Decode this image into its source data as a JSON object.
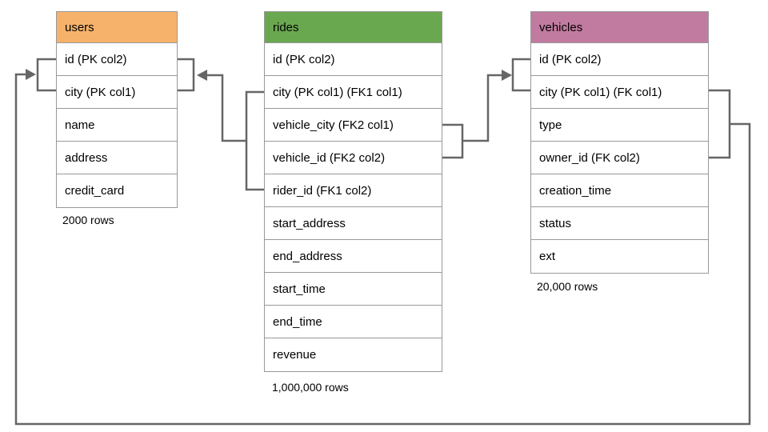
{
  "diagram": {
    "title": "database schema relationships",
    "connector_color": "#666666",
    "table_border_color": "#999999"
  },
  "tables": [
    {
      "name": "users",
      "header_color": "#F6B26B",
      "columns": [
        "id (PK col2)",
        "city (PK col1)",
        "name",
        "address",
        "credit_card"
      ],
      "row_count_label": "2000 rows"
    },
    {
      "name": "rides",
      "header_color": "#6AA84F",
      "columns": [
        "id (PK col2)",
        "city (PK col1) (FK1 col1)",
        "vehicle_city (FK2 col1)",
        "vehicle_id (FK2 col2)",
        "rider_id (FK1 col2)",
        "start_address",
        "end_address",
        "start_time",
        "end_time",
        "revenue"
      ],
      "row_count_label": "1,000,000 rows"
    },
    {
      "name": "vehicles",
      "header_color": "#C27BA0",
      "columns": [
        "id (PK col2)",
        "city (PK col1) (FK col1)",
        "type",
        "owner_id (FK col2)",
        "creation_time",
        "status",
        "ext"
      ],
      "row_count_label": "20,000 rows"
    }
  ],
  "relationships": [
    {
      "name": "rides.city+rider_id -> users.city+id (FK1)"
    },
    {
      "name": "rides.vehicle_city+vehicle_id -> vehicles.city+id (FK2)"
    },
    {
      "name": "vehicles.city+owner_id -> users.city+id (FK)"
    }
  ]
}
